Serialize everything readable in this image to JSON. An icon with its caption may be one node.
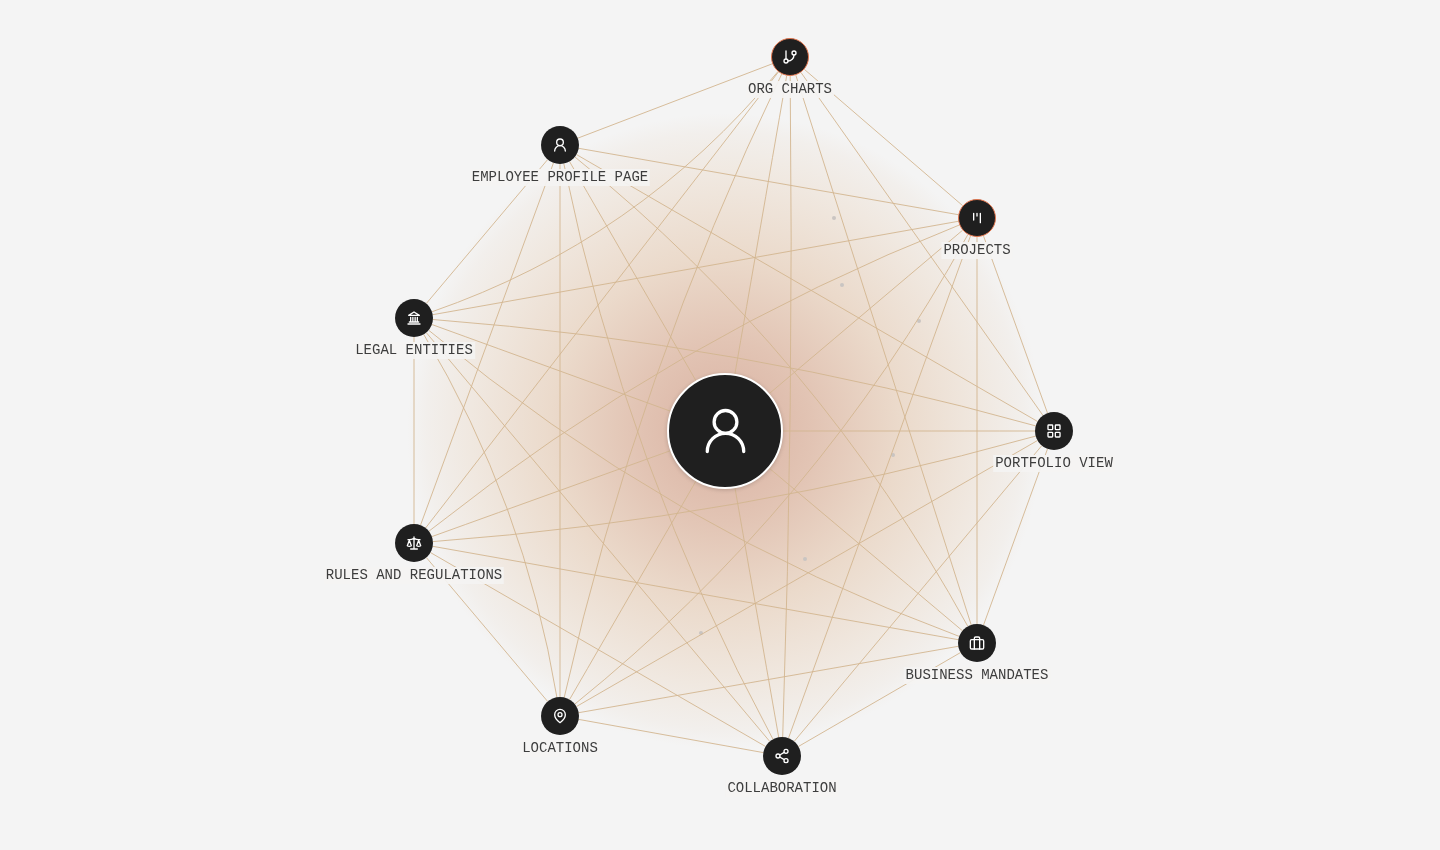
{
  "diagram": {
    "nodes": [
      {
        "text": [
          "ORG CHARTS"
        ]
      },
      {
        "text": [
          "EMPLOYEE PROFILE PAGE"
        ]
      },
      {
        "text": [
          "PROJECTS"
        ]
      },
      {
        "text": [
          "LEGAL ENTITIES"
        ]
      },
      {
        "text": [],
        "shape": "circle"
      },
      {
        "text": [
          "PORTFOLIO VIEW"
        ]
      },
      {
        "text": [
          "RULES AND REGULATIONS"
        ]
      },
      {
        "text": [
          "BUSINESS MANDATES"
        ]
      },
      {
        "text": [
          "LOCATIONS"
        ]
      },
      {
        "text": [
          "COLLABORATION"
        ]
      }
    ],
    "edges": [
      {
        "from": 0,
        "to": 1,
        "arrow": "none"
      },
      {
        "from": 0,
        "to": 2,
        "arrow": "none"
      },
      {
        "from": 0,
        "to": 3,
        "arrow": "none"
      },
      {
        "from": 0,
        "to": 4,
        "arrow": "none"
      },
      {
        "from": 0,
        "to": 5,
        "arrow": "none"
      },
      {
        "from": 0,
        "to": 6,
        "arrow": "none"
      },
      {
        "from": 0,
        "to": 7,
        "arrow": "none"
      },
      {
        "from": 0,
        "to": 8,
        "arrow": "none"
      },
      {
        "from": 0,
        "to": 9,
        "arrow": "none"
      },
      {
        "from": 1,
        "to": 2,
        "arrow": "none"
      },
      {
        "from": 1,
        "to": 3,
        "arrow": "none"
      },
      {
        "from": 1,
        "to": 4,
        "arrow": "none"
      },
      {
        "from": 1,
        "to": 5,
        "arrow": "none"
      },
      {
        "from": 1,
        "to": 6,
        "arrow": "none"
      },
      {
        "from": 1,
        "to": 7,
        "arrow": "none"
      },
      {
        "from": 1,
        "to": 8,
        "arrow": "none"
      },
      {
        "from": 1,
        "to": 9,
        "arrow": "none"
      },
      {
        "from": 2,
        "to": 3,
        "arrow": "none"
      },
      {
        "from": 2,
        "to": 4,
        "arrow": "none"
      },
      {
        "from": 2,
        "to": 5,
        "arrow": "none"
      },
      {
        "from": 2,
        "to": 6,
        "arrow": "none"
      },
      {
        "from": 2,
        "to": 7,
        "arrow": "none"
      },
      {
        "from": 2,
        "to": 8,
        "arrow": "none"
      },
      {
        "from": 2,
        "to": 9,
        "arrow": "none"
      },
      {
        "from": 3,
        "to": 4,
        "arrow": "none"
      },
      {
        "from": 3,
        "to": 5,
        "arrow": "none"
      },
      {
        "from": 3,
        "to": 6,
        "arrow": "none"
      },
      {
        "from": 3,
        "to": 7,
        "arrow": "none"
      },
      {
        "from": 3,
        "to": 8,
        "arrow": "none"
      },
      {
        "from": 3,
        "to": 9,
        "arrow": "none"
      },
      {
        "from": 4,
        "to": 5,
        "arrow": "none"
      },
      {
        "from": 4,
        "to": 6,
        "arrow": "none"
      },
      {
        "from": 4,
        "to": 7,
        "arrow": "none"
      },
      {
        "from": 4,
        "to": 8,
        "arrow": "none"
      },
      {
        "from": 4,
        "to": 9,
        "arrow": "none"
      },
      {
        "from": 5,
        "to": 6,
        "arrow": "none"
      },
      {
        "from": 5,
        "to": 7,
        "arrow": "none"
      },
      {
        "from": 5,
        "to": 8,
        "arrow": "none"
      },
      {
        "from": 5,
        "to": 9,
        "arrow": "none"
      },
      {
        "from": 6,
        "to": 7,
        "arrow": "none"
      },
      {
        "from": 6,
        "to": 8,
        "arrow": "none"
      },
      {
        "from": 6,
        "to": 9,
        "arrow": "none"
      },
      {
        "from": 7,
        "to": 8,
        "arrow": "none"
      },
      {
        "from": 7,
        "to": 9,
        "arrow": "none"
      },
      {
        "from": 8,
        "to": 9,
        "arrow": "none"
      }
    ]
  }
}
